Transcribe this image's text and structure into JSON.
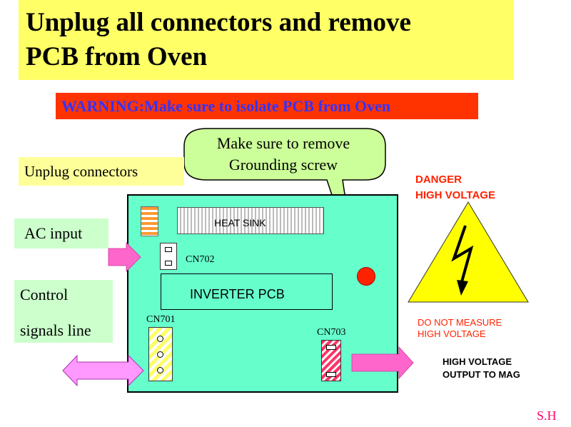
{
  "title": "Unplug all connectors and remove\nPCB from Oven",
  "warning": "WARNING:Make sure to isolate PCB from Oven",
  "callout": "Make sure to remove\nGrounding screw",
  "labels": {
    "unplug": "Unplug connectors",
    "ac_input": "AC input",
    "control_line1": "Control",
    "control_line2": "signals line",
    "heat_sink": "HEAT SINK",
    "cn702": "CN702",
    "inverter_pcb": "INVERTER PCB",
    "cn701": "CN701",
    "cn703": "CN703",
    "danger": "DANGER\nHIGH VOLTAGE",
    "do_not_measure": "DO NOT MEASURE\nHIGH VOLTAGE",
    "hv_output": "HIGH  VOLTAGE\nOUTPUT  TO  MAG",
    "signature": "S.H"
  },
  "colors": {
    "title_bg": "#ffff66",
    "warning_bg": "#ff3300",
    "warning_text": "#3333ff",
    "pcb": "#66ffcc",
    "arrow": "#ff66cc",
    "danger": "#ff2200",
    "triangle": "#ffff00",
    "callout_bg": "#ccff99"
  },
  "icons": [
    "high-voltage-warning-icon",
    "grounding-screw-icon"
  ]
}
